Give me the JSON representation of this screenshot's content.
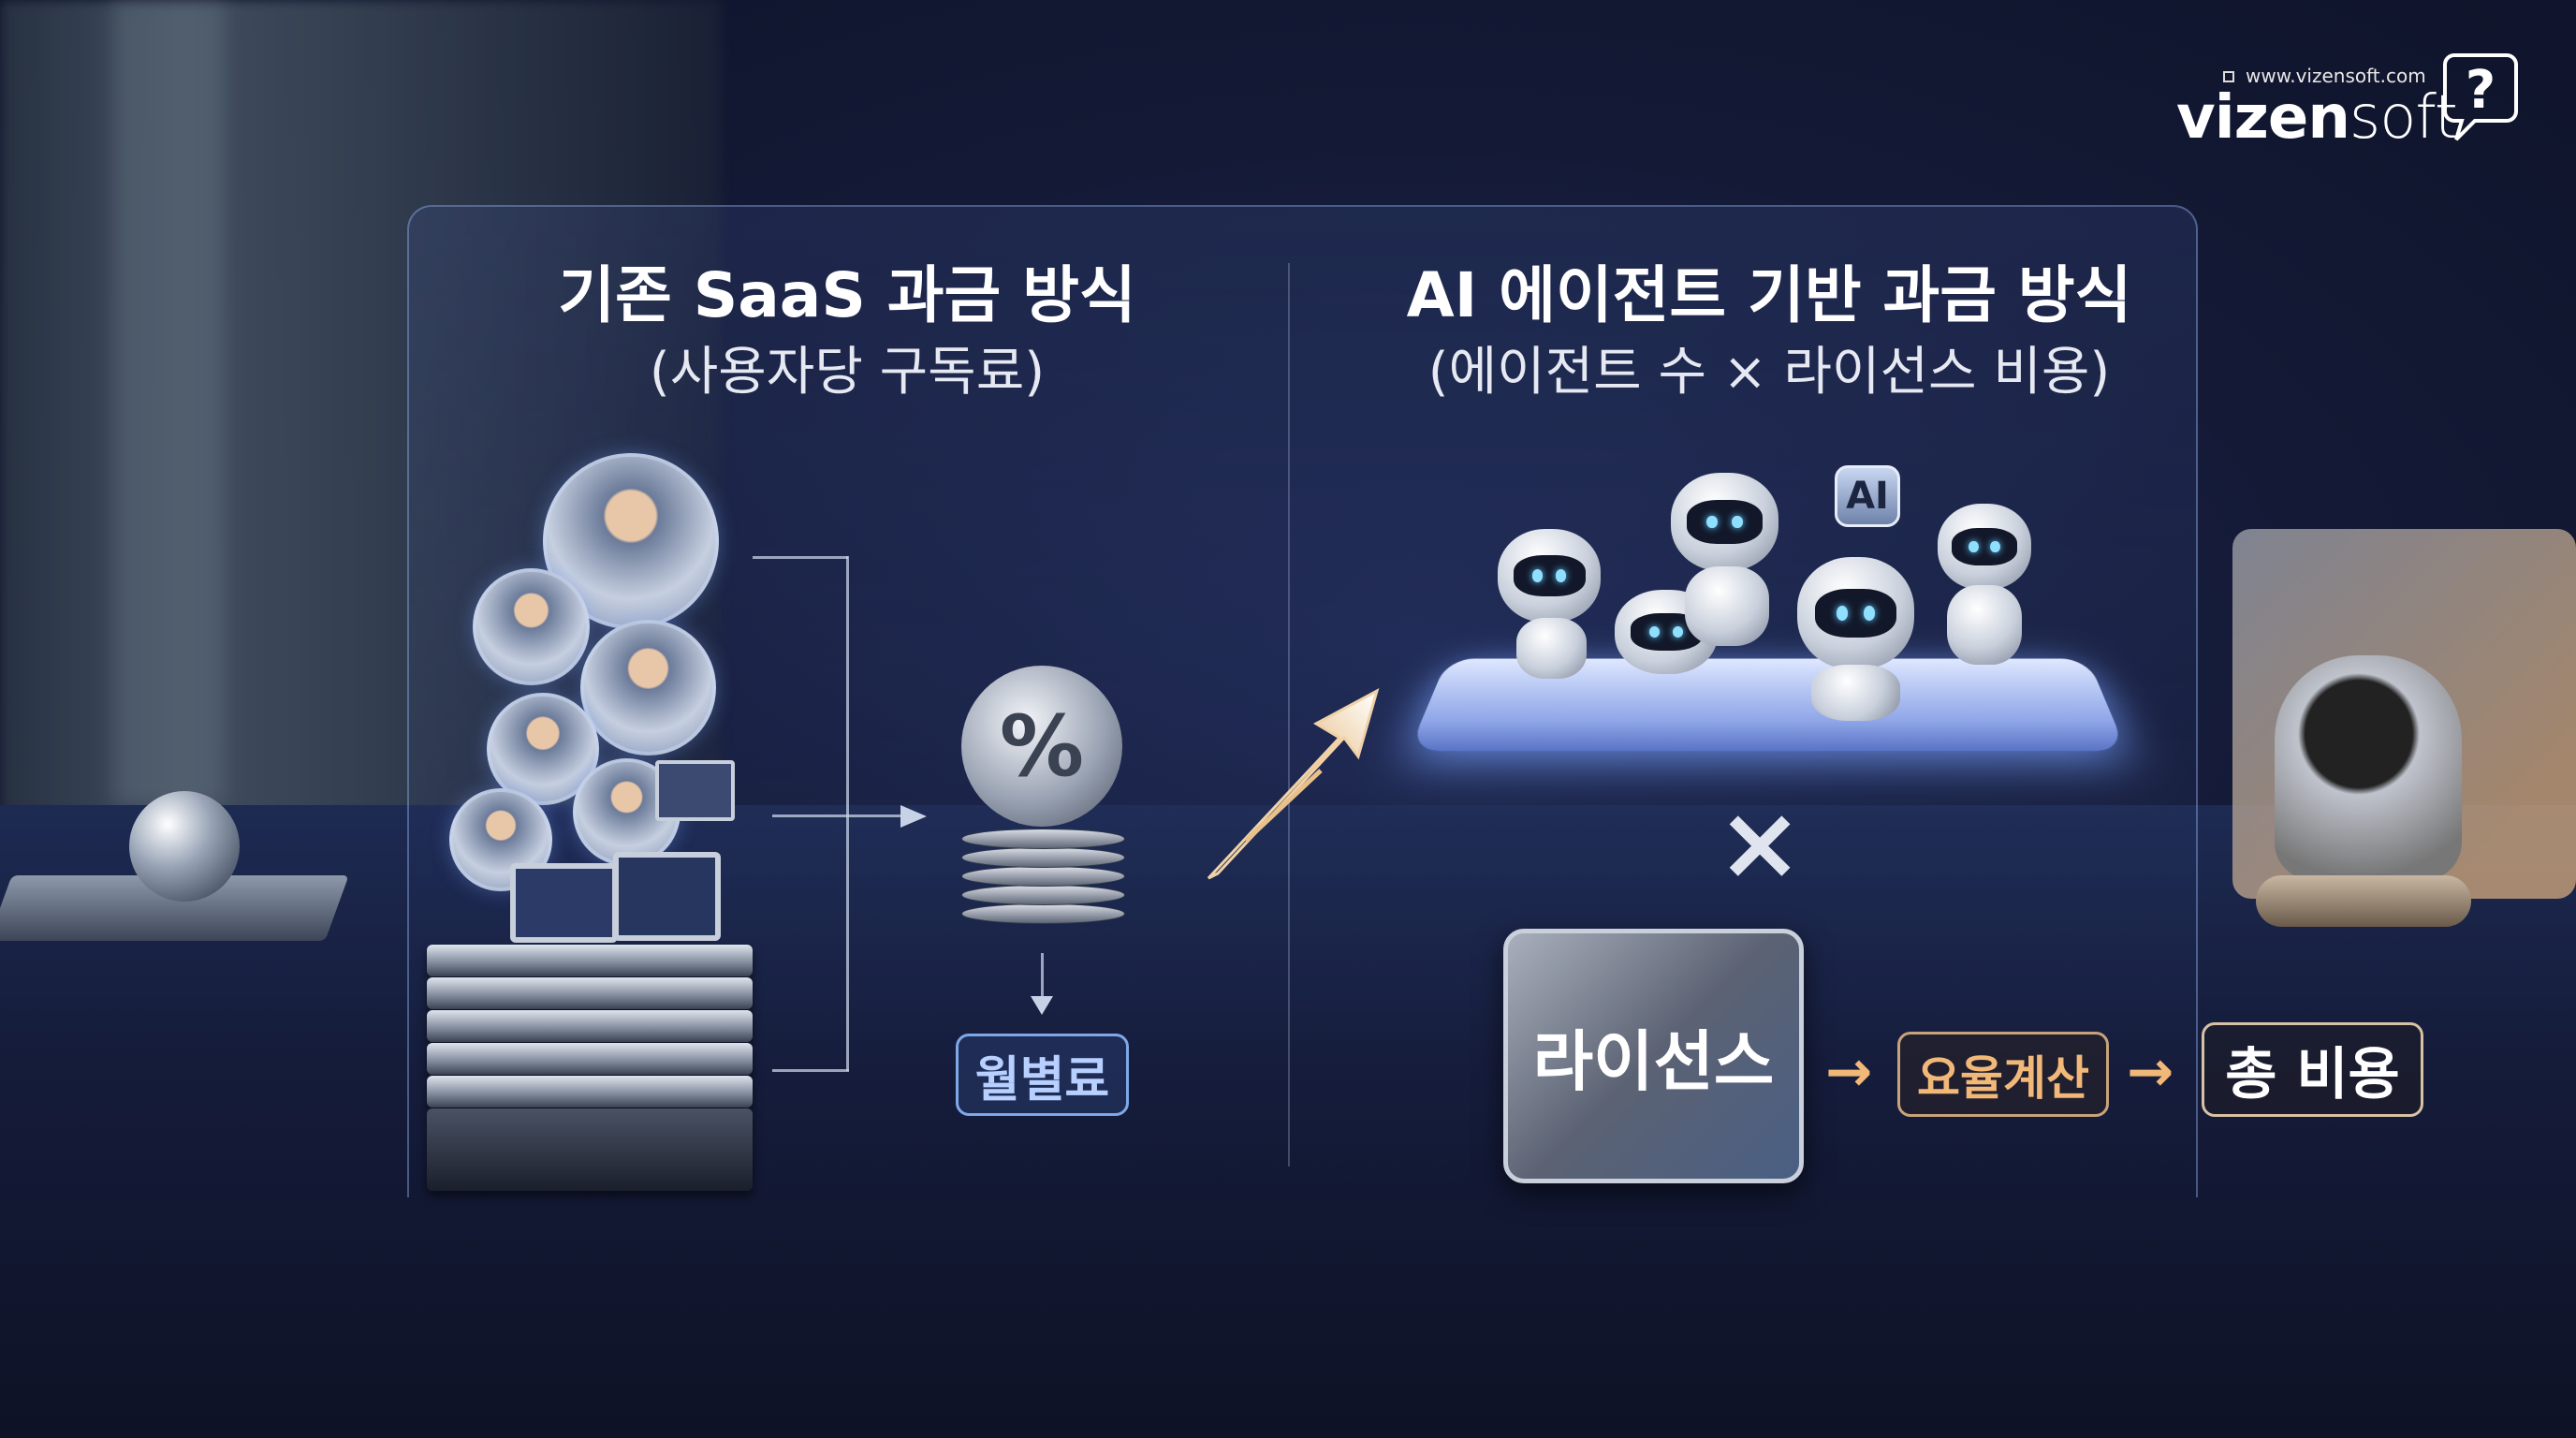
{
  "logo": {
    "url": "www.vizensoft.com",
    "brand_bold": "vizen",
    "brand_light": "soft",
    "icon": "question-speech-bubble-icon"
  },
  "left": {
    "title": "기존 SaaS 과금 방식",
    "subtitle": "(사용자당 구독료)",
    "result_label": "월별료",
    "icons": [
      "user-avatar-icon",
      "percent-coin-icon",
      "down-arrow-icon"
    ]
  },
  "right": {
    "title": "AI 에이전트 기반 과금 방식",
    "subtitle": "(에이전트 수 × 라이선스 비용)",
    "ai_badge": "AI",
    "multiply": "×",
    "license_label": "라이선스",
    "rate_label": "요율계산",
    "total_label": "총 비용",
    "arrow": "→"
  },
  "colors": {
    "accent_blue": "#8fb8ff",
    "accent_orange": "#f2b878",
    "background": "#141a36"
  }
}
